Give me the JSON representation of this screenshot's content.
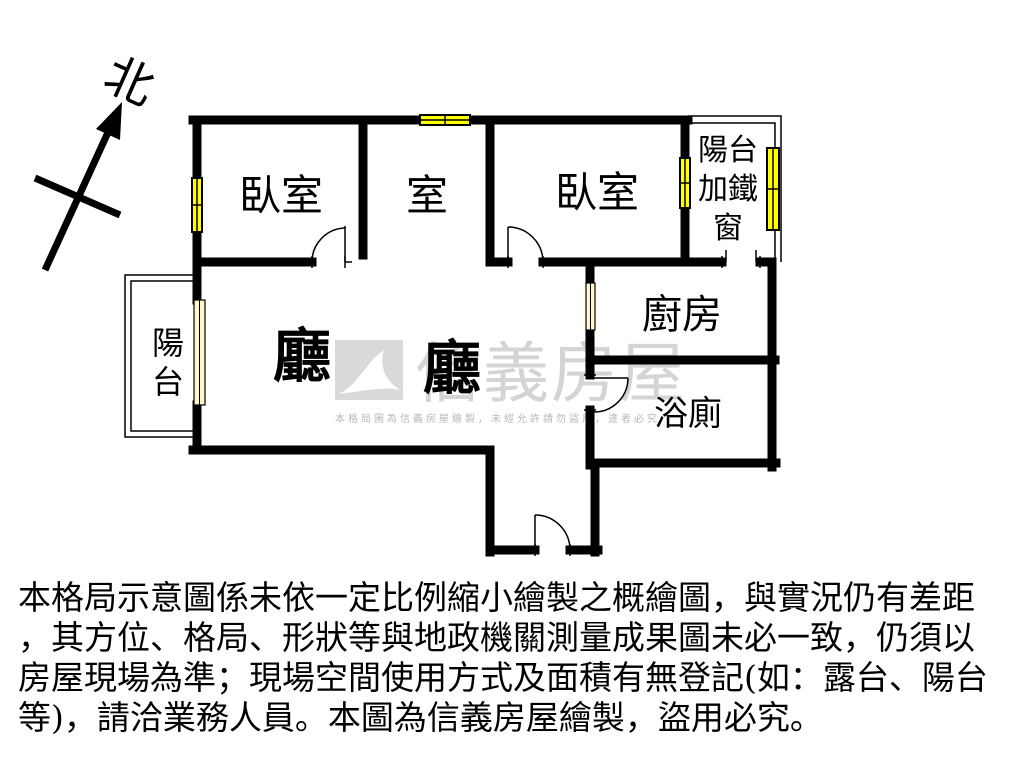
{
  "compass": {
    "north_label": "北"
  },
  "rooms": {
    "bedroom_left": "臥室",
    "room_middle": "室",
    "bedroom_right": "臥室",
    "balcony_iron_window": [
      "陽台",
      "加鐵",
      "窗"
    ],
    "kitchen": "廚房",
    "balcony_left": [
      "陽",
      "台"
    ],
    "living_room": "廳",
    "dining_room": "廳",
    "bathroom": "浴廁"
  },
  "watermark": {
    "brand": "信義房屋",
    "notice": "本格局圖為信義房屋繪製，未經允許請勿盜用，違者必究"
  },
  "disclaimer": {
    "lines": [
      "本格局示意圖係未依一定比例縮小繪製之概繪圖，與實況仍有差距",
      "，其方位、格局、形狀等與地政機關測量成果圖未必一致，仍須以",
      "房屋現場為準；現場空間使用方式及面積有無登記(如：露台、陽台",
      "等)，請洽業務人員。本圖為信義房屋繪製，盜用必究。"
    ]
  },
  "colors": {
    "wall": "#000000",
    "window": "#ffff00",
    "watermark": "#d4d4d4"
  }
}
